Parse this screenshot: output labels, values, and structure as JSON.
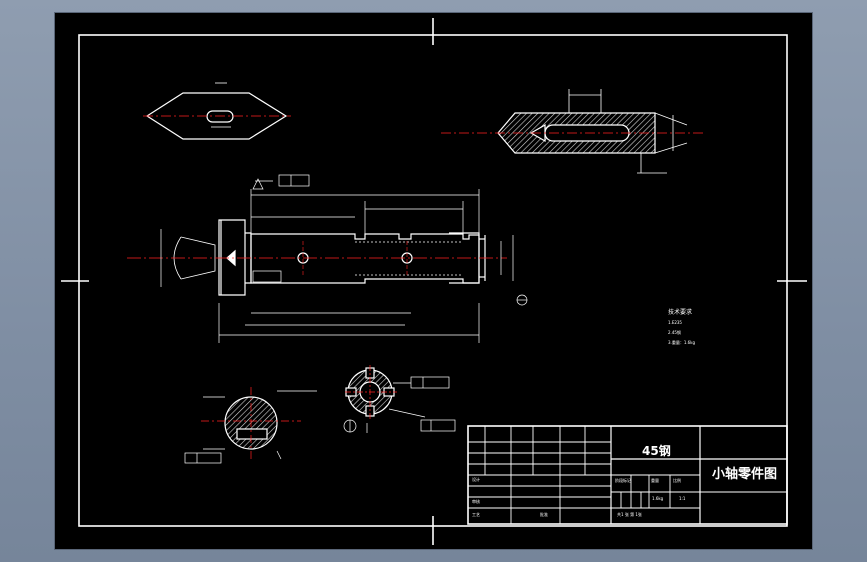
{
  "colors": {
    "background": "#000000",
    "line": "#ffffff",
    "centerline": "#ff2020",
    "hatch": "#d4d4d4",
    "chrome": "#8796aa"
  },
  "titleblock": {
    "material": "45钢",
    "drawing_name": "小轴零件图",
    "row_design": "设计",
    "row_check": "审核",
    "row_process": "工艺",
    "approve": "批准",
    "stage_label": "阶段标记",
    "weight_label": "重量",
    "scale_label": "比例",
    "weight": "1.6kg",
    "scale": "1:1",
    "sheets": "共1 张 第 1张"
  },
  "notes": {
    "heading": "技术要求",
    "item1": "1.E235",
    "item2": "2.45钢",
    "item3": "3.重量：1.6kg"
  }
}
